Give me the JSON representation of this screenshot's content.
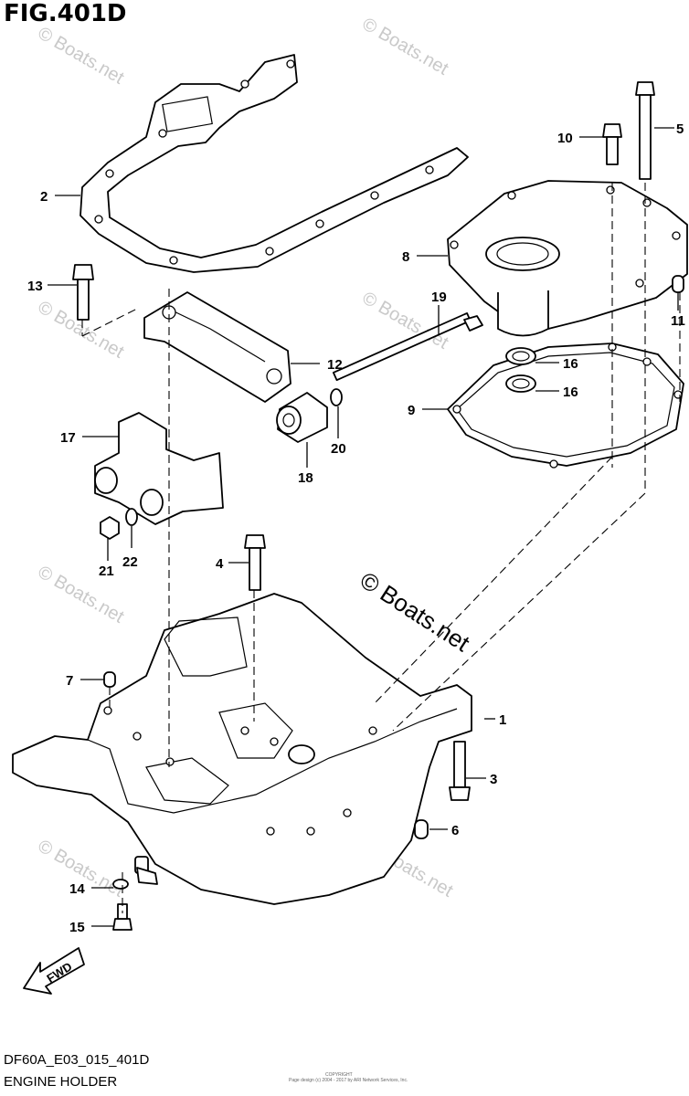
{
  "figure": {
    "title": "FIG.401D",
    "code": "DF60A_E03_015_401D",
    "name": "ENGINE HOLDER"
  },
  "watermark": {
    "text": "© Boats.net"
  },
  "copyright": {
    "line1": "COPYRIGHT",
    "line2": "Page design (c) 2004 - 2017 by ARI Network Services, Inc."
  },
  "direction": {
    "label": "FWD"
  },
  "callouts": [
    "1",
    "2",
    "3",
    "4",
    "5",
    "6",
    "7",
    "8",
    "9",
    "10",
    "11",
    "12",
    "13",
    "14",
    "15",
    "16",
    "16",
    "17",
    "18",
    "19",
    "20",
    "21",
    "22"
  ],
  "colors": {
    "line": "#000000",
    "watermark": "#c9c9c9",
    "background": "#ffffff"
  }
}
